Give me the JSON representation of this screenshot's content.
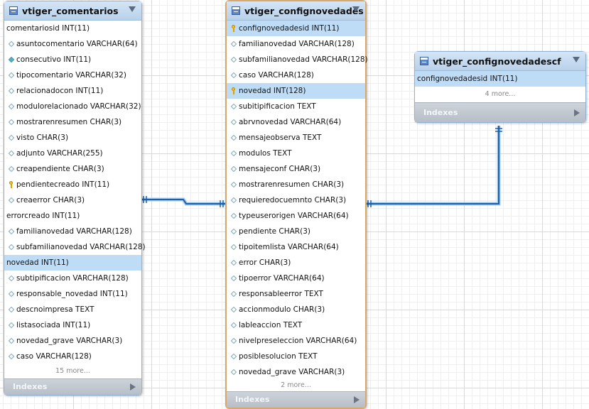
{
  "tables": {
    "comentarios": {
      "title": "vtiger_comentarios",
      "rows": [
        {
          "text": "comentariosid INT(11)",
          "icon": "none",
          "hl": false
        },
        {
          "text": "asuntocomentario VARCHAR(64)",
          "icon": "col",
          "hl": false
        },
        {
          "text": "consecutivo INT(11)",
          "icon": "fk",
          "hl": false
        },
        {
          "text": "tipocomentario VARCHAR(32)",
          "icon": "col",
          "hl": false
        },
        {
          "text": "relacionadocon INT(11)",
          "icon": "col",
          "hl": false
        },
        {
          "text": "modulorelacionado VARCHAR(32)",
          "icon": "col",
          "hl": false
        },
        {
          "text": "mostrarenresumen CHAR(3)",
          "icon": "col",
          "hl": false
        },
        {
          "text": "visto CHAR(3)",
          "icon": "col",
          "hl": false
        },
        {
          "text": "adjunto VARCHAR(255)",
          "icon": "col",
          "hl": false
        },
        {
          "text": "creapendiente CHAR(3)",
          "icon": "col",
          "hl": false
        },
        {
          "text": "pendientecreado INT(11)",
          "icon": "pk",
          "hl": false
        },
        {
          "text": "creaerror CHAR(3)",
          "icon": "col",
          "hl": false
        },
        {
          "text": "errorcreado INT(11)",
          "icon": "none",
          "hl": false
        },
        {
          "text": "familianovedad VARCHAR(128)",
          "icon": "col",
          "hl": false
        },
        {
          "text": "subfamilianovedad VARCHAR(128)",
          "icon": "col",
          "hl": false
        },
        {
          "text": "novedad INT(11)",
          "icon": "none",
          "hl": true
        },
        {
          "text": "subtipificacion VARCHAR(128)",
          "icon": "col",
          "hl": false
        },
        {
          "text": "responsable_novedad INT(11)",
          "icon": "col",
          "hl": false
        },
        {
          "text": "descnoimpresa TEXT",
          "icon": "col",
          "hl": false
        },
        {
          "text": "listasociada INT(11)",
          "icon": "col",
          "hl": false
        },
        {
          "text": "novedad_grave VARCHAR(3)",
          "icon": "col",
          "hl": false
        },
        {
          "text": "caso VARCHAR(128)",
          "icon": "col",
          "hl": false
        }
      ],
      "more": "15 more...",
      "indexes": "Indexes"
    },
    "confignovedades": {
      "title": "vtiger_confignovedades",
      "rows": [
        {
          "text": "confignovedadesid INT(11)",
          "icon": "pk",
          "hl": true
        },
        {
          "text": "familianovedad VARCHAR(128)",
          "icon": "col",
          "hl": false
        },
        {
          "text": "subfamilianovedad VARCHAR(128)",
          "icon": "col",
          "hl": false
        },
        {
          "text": "caso VARCHAR(128)",
          "icon": "col",
          "hl": false
        },
        {
          "text": "novedad INT(128)",
          "icon": "pk",
          "hl": true
        },
        {
          "text": "subitipificacion TEXT",
          "icon": "col",
          "hl": false
        },
        {
          "text": "abrvnovedad VARCHAR(64)",
          "icon": "col",
          "hl": false
        },
        {
          "text": "mensajeobserva TEXT",
          "icon": "col",
          "hl": false
        },
        {
          "text": "modulos TEXT",
          "icon": "col",
          "hl": false
        },
        {
          "text": "mensajeconf CHAR(3)",
          "icon": "col",
          "hl": false
        },
        {
          "text": "mostrarenresumen CHAR(3)",
          "icon": "col",
          "hl": false
        },
        {
          "text": "requieredocuemnto CHAR(3)",
          "icon": "col",
          "hl": false
        },
        {
          "text": "typeuserorigen VARCHAR(64)",
          "icon": "col",
          "hl": false
        },
        {
          "text": "pendiente CHAR(3)",
          "icon": "col",
          "hl": false
        },
        {
          "text": "tipoitemlista VARCHAR(64)",
          "icon": "col",
          "hl": false
        },
        {
          "text": "error CHAR(3)",
          "icon": "col",
          "hl": false
        },
        {
          "text": "tipoerror VARCHAR(64)",
          "icon": "col",
          "hl": false
        },
        {
          "text": "responsableerror TEXT",
          "icon": "col",
          "hl": false
        },
        {
          "text": "accionmodulo CHAR(3)",
          "icon": "col",
          "hl": false
        },
        {
          "text": "lableaccion TEXT",
          "icon": "col",
          "hl": false
        },
        {
          "text": "nivelpreseleccion VARCHAR(64)",
          "icon": "col",
          "hl": false
        },
        {
          "text": "posiblesolucion TEXT",
          "icon": "col",
          "hl": false
        },
        {
          "text": "novedad_grave VARCHAR(3)",
          "icon": "col",
          "hl": false
        }
      ],
      "more": "2 more...",
      "indexes": "Indexes"
    },
    "confignovedadescf": {
      "title": "vtiger_confignovedadescf",
      "rows": [
        {
          "text": "confignovedadesid INT(11)",
          "icon": "none",
          "hl": true
        }
      ],
      "more": "4 more...",
      "indexes": "Indexes"
    }
  },
  "relationships": [
    {
      "from": "vtiger_comentarios",
      "to": "vtiger_confignovedades"
    },
    {
      "from": "vtiger_confignovedades",
      "to": "vtiger_confignovedadescf"
    }
  ],
  "colors": {
    "connector": "#1f5fa8",
    "connector_glow": "#9cc8f0",
    "selected_border": "#d7a86a"
  }
}
